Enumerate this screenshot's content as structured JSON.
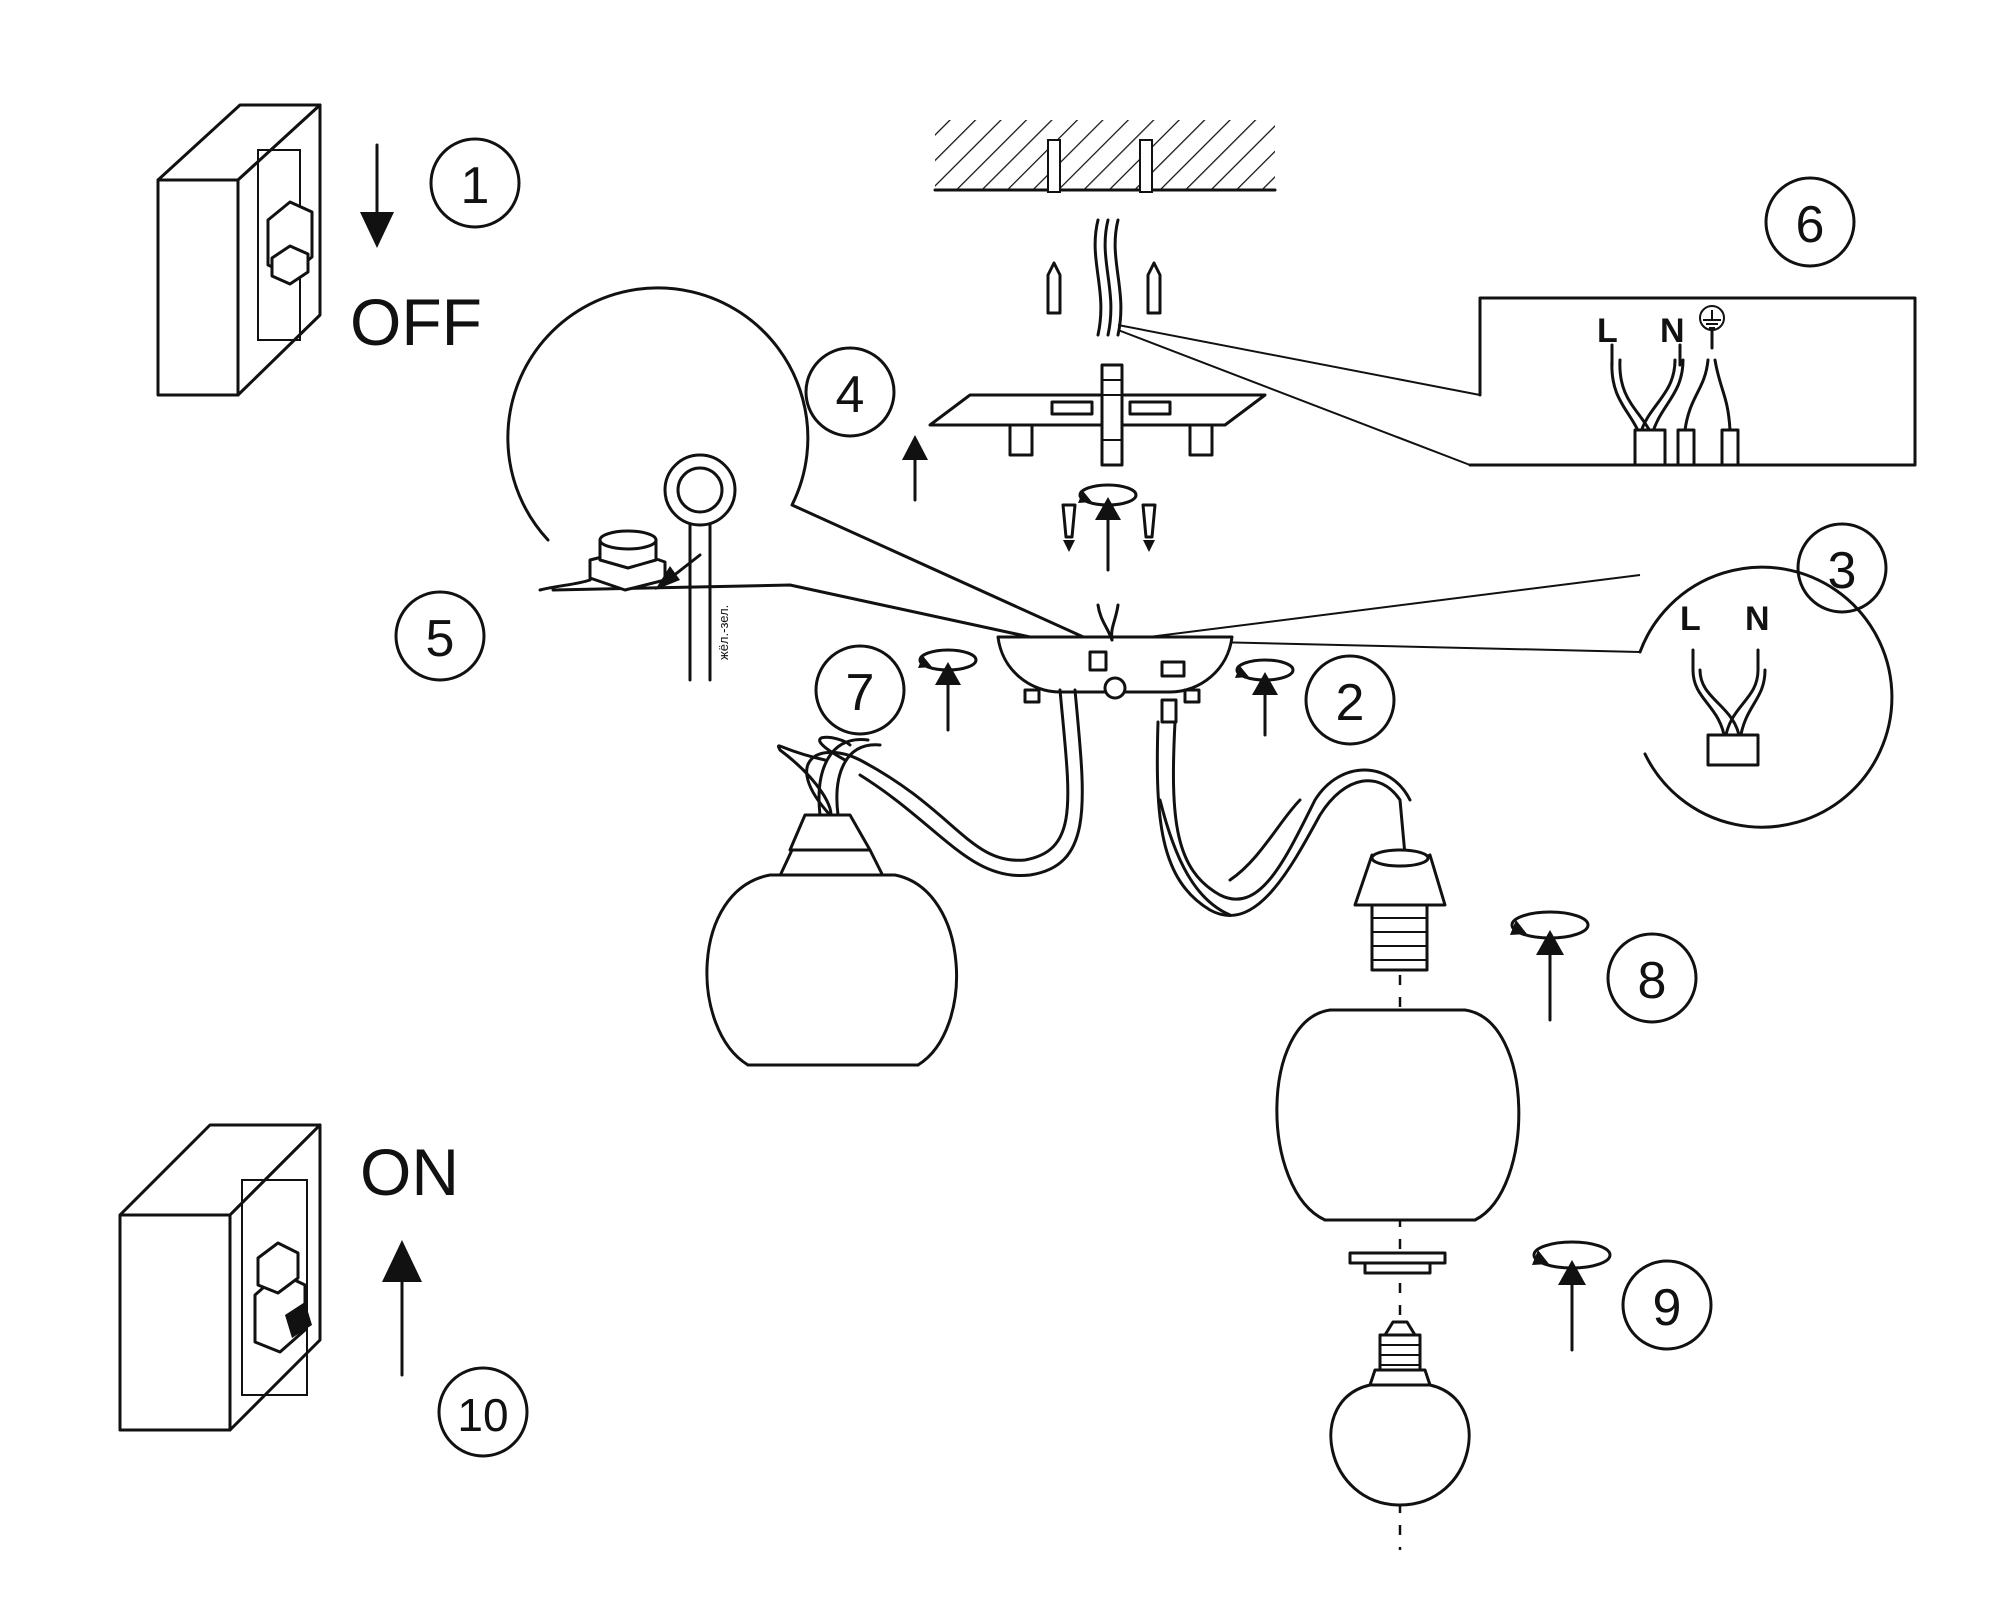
{
  "labels": {
    "off": "OFF",
    "on": "ON",
    "live": "L",
    "neutral": "N",
    "earth_wire": "жёл.-зел."
  },
  "steps": [
    "1",
    "2",
    "3",
    "4",
    "5",
    "6",
    "7",
    "8",
    "9",
    "10"
  ],
  "colors": {
    "ink": "#111111",
    "paper": "#ffffff"
  }
}
